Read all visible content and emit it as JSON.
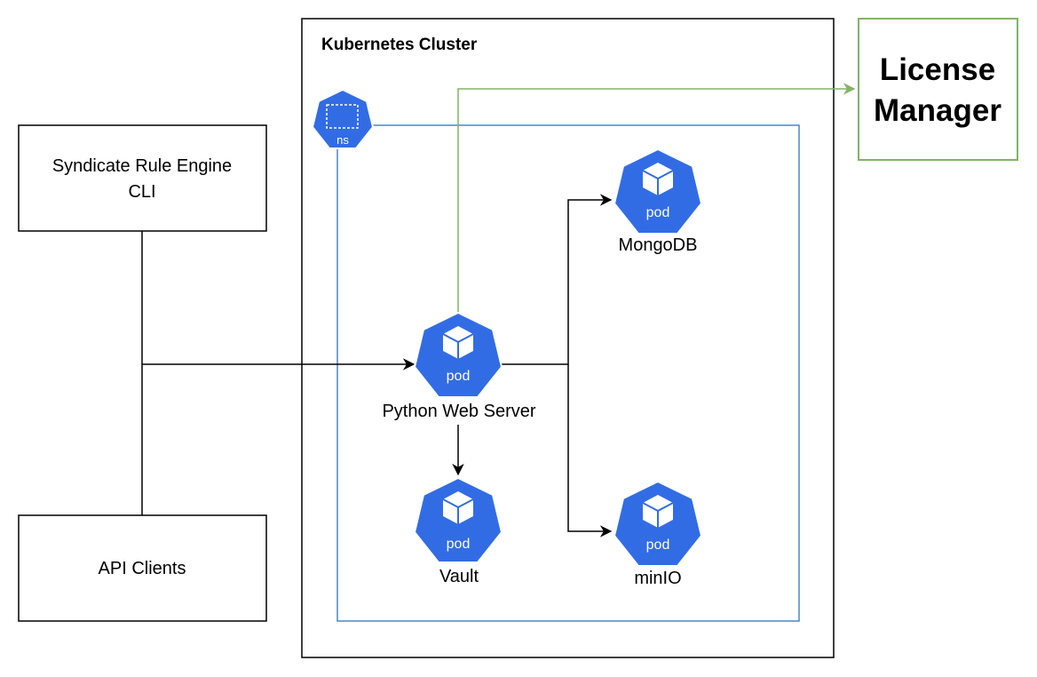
{
  "cluster": {
    "title": "Kubernetes Cluster"
  },
  "namespace": {
    "icon_label": "ns"
  },
  "cli_box": {
    "line1": "Syndicate Rule Engine",
    "line2": "CLI"
  },
  "api_clients_box": {
    "label": "API Clients"
  },
  "license_manager": {
    "line1": "License",
    "line2": "Manager"
  },
  "pods": {
    "web_server": {
      "icon_label": "pod",
      "name": "Python Web Server"
    },
    "mongodb": {
      "icon_label": "pod",
      "name": "MongoDB"
    },
    "vault": {
      "icon_label": "pod",
      "name": "Vault"
    },
    "minio": {
      "icon_label": "pod",
      "name": "minIO"
    }
  },
  "colors": {
    "k8s_blue": "#326ce5",
    "namespace_border": "#4a86c7",
    "license_green": "#82b366",
    "edge": "#000000"
  }
}
